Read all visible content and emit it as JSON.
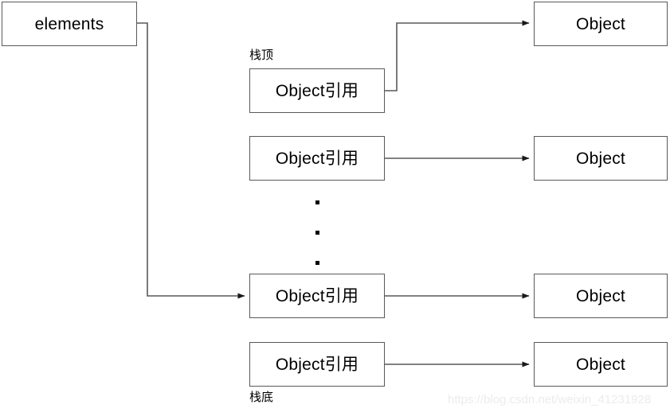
{
  "diagram": {
    "title": "Java Stack elements array diagram",
    "watermark": "https://blog.csdn.net/weixin_41231928",
    "colors": {
      "stroke": "#595959",
      "arrow": "#3c3c3c",
      "text": "#000000",
      "background": "#ffffff",
      "watermark": "#ececec"
    },
    "root_node": {
      "label": "elements"
    },
    "captions": {
      "stack_top": "栈顶",
      "stack_bottom": "栈底"
    },
    "ellipsis": {
      "symbol": "·",
      "count": 3
    },
    "reference_nodes": [
      {
        "label": "Object引用"
      },
      {
        "label": "Object引用"
      },
      {
        "label": "Object引用"
      },
      {
        "label": "Object引用"
      }
    ],
    "object_nodes": [
      {
        "label": "Object"
      },
      {
        "label": "Object"
      },
      {
        "label": "Object"
      },
      {
        "label": "Object"
      }
    ]
  }
}
